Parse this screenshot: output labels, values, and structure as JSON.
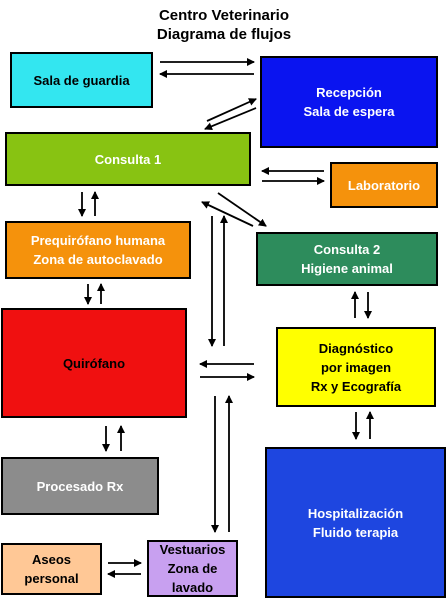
{
  "title": {
    "line1": "Centro Veterinario",
    "line2": "Diagrama de flujos"
  },
  "boxes": {
    "sala_guardia": {
      "label": "Sala de guardia",
      "color": "#33e6f0",
      "text_color": "#000000"
    },
    "recepcion": {
      "label": "Recepción\nSala de espera",
      "color": "#0a14f0",
      "text_color": "#ffffff"
    },
    "consulta1": {
      "label": "Consulta 1",
      "color": "#88c312",
      "text_color": "#ffffff"
    },
    "laboratorio": {
      "label": "Laboratorio",
      "color": "#f5920c",
      "text_color": "#ffffff"
    },
    "prequirofano": {
      "label": "Prequirófano humana\nZona de autoclavado",
      "color": "#f5920c",
      "text_color": "#ffffff"
    },
    "consulta2": {
      "label": "Consulta 2\nHigiene animal",
      "color": "#2d8c5c",
      "text_color": "#ffffff"
    },
    "quirofano": {
      "label": "Quirófano",
      "color": "#f01010",
      "text_color": "#000000"
    },
    "diagnostico": {
      "label": "Diagnóstico\npor imagen\nRx y Ecografía",
      "color": "#ffff00",
      "text_color": "#000000"
    },
    "procesado": {
      "label": "Procesado Rx",
      "color": "#8c8c8c",
      "text_color": "#ffffff"
    },
    "hospitalizacion": {
      "label": "Hospitalización\nFluido terapia",
      "color": "#1e46e0",
      "text_color": "#ffffff"
    },
    "aseos": {
      "label": "Aseos\npersonal",
      "color": "#ffc896",
      "text_color": "#000000"
    },
    "vestuarios": {
      "label": "Vestuarios\nZona de\nlavado",
      "color": "#c8a0f0",
      "text_color": "#000000"
    }
  }
}
